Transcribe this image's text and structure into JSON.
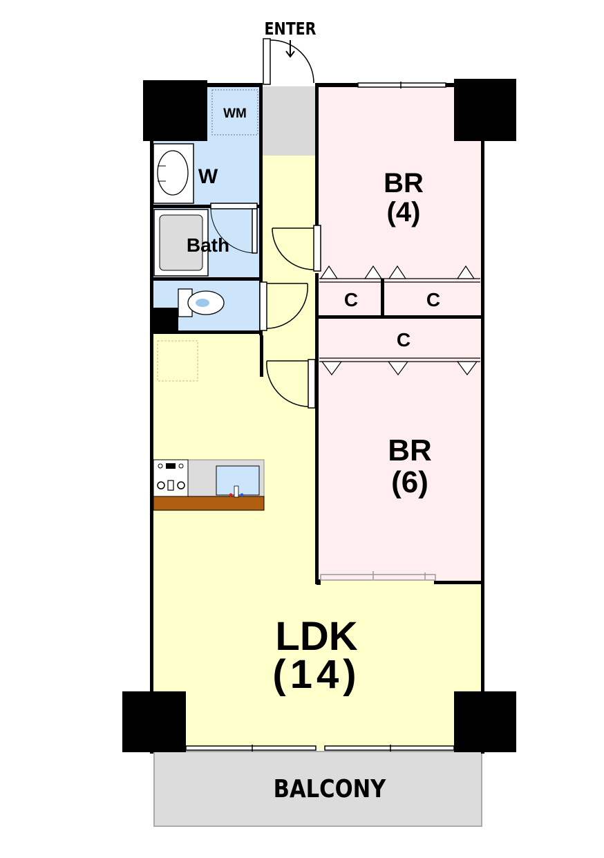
{
  "labels": {
    "enter": "ENTER",
    "wm": "WM",
    "washroom": "W",
    "bath": "Bath",
    "br_north_name": "BR",
    "br_north_size": "(4)",
    "br_south_name": "BR",
    "br_south_size": "(6)",
    "closet_1": "C",
    "closet_2": "C",
    "closet_3": "C",
    "ldk_name": "LDK",
    "ldk_size": "(14)",
    "balcony": "BALCONY"
  },
  "colors": {
    "wall": "#000000",
    "ldk_floor": "#ffffcc",
    "bedroom_floor": "#ffeef0",
    "wet_area_floor": "#cce5fa",
    "entry_floor": "#d9d9d9",
    "balcony_floor": "#dcdcdc",
    "counter_wood": "#b05f10",
    "sink_blue": "#cce5fa"
  }
}
